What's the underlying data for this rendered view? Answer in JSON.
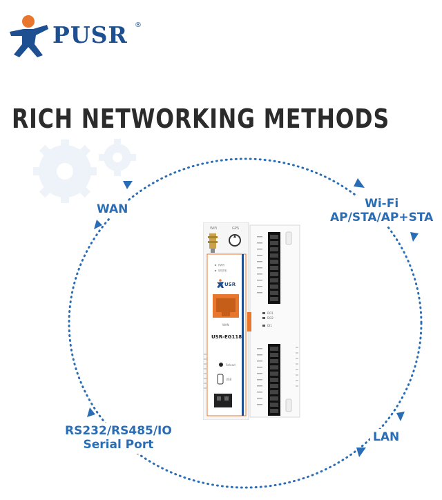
{
  "brand": {
    "name": "PUSR",
    "registered": "®"
  },
  "heading": "RICH NETWORKING METHODS",
  "labels": {
    "wan": "WAN",
    "wifi_line1": "Wi-Fi",
    "wifi_line2": "AP/STA/AP+STA",
    "lan": "LAN",
    "serial_line1": "RS232/RS485/IO",
    "serial_line2": "Serial Port"
  },
  "device": {
    "model": "USR-EG118",
    "logo_text": "USR",
    "port_label": "WAN",
    "left_top_labels": [
      "WiFi",
      "GPS"
    ],
    "status_lines": [
      "PWR",
      "WORK"
    ],
    "reload": "Reload",
    "usb": "USB",
    "do_labels": [
      "DO1",
      "DO2"
    ],
    "di_label": "DI1"
  },
  "colors": {
    "brand_blue": "#1d4f91",
    "accent_orange": "#e8762c",
    "ring_blue": "#2a6db5",
    "heading_text": "#2b2b2b"
  }
}
